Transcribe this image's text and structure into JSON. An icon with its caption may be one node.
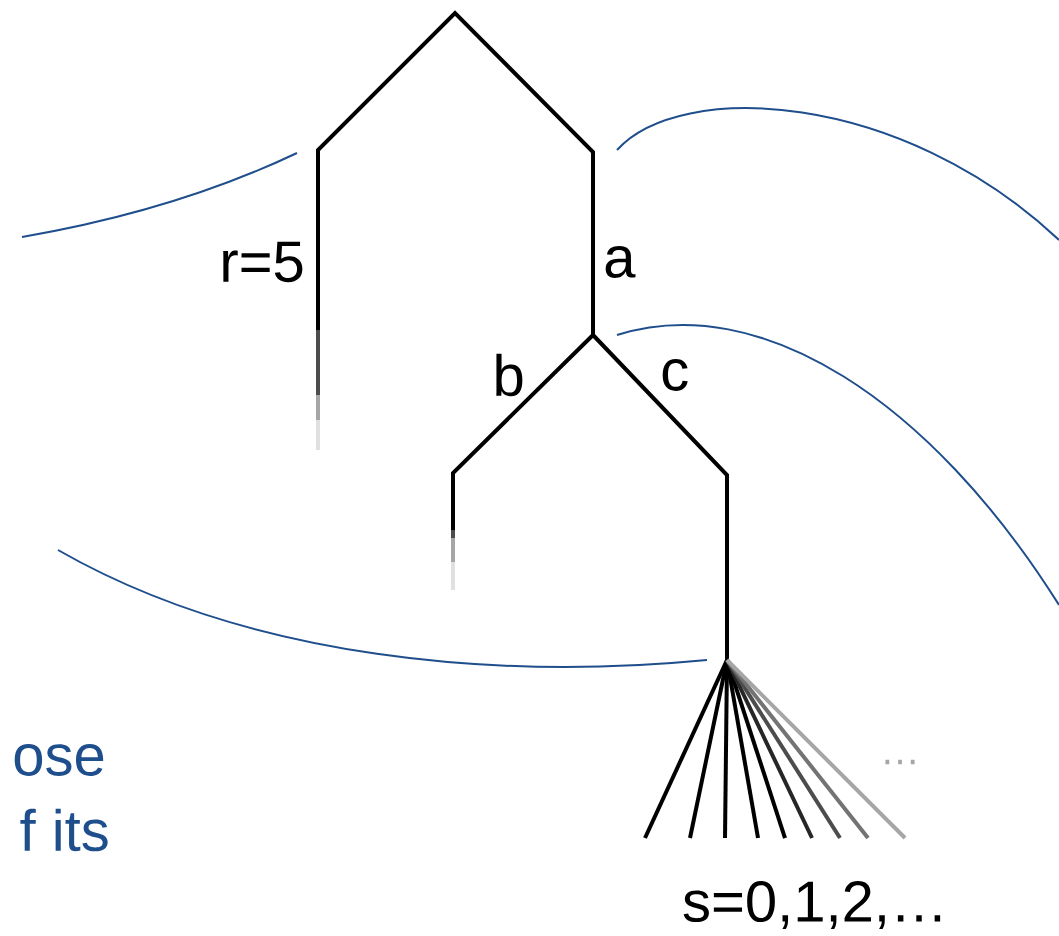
{
  "diagram": {
    "labels": [
      "r=5",
      "a",
      "b",
      "c",
      "ose",
      "…",
      "f its",
      "s=0,1,2,…"
    ]
  }
}
